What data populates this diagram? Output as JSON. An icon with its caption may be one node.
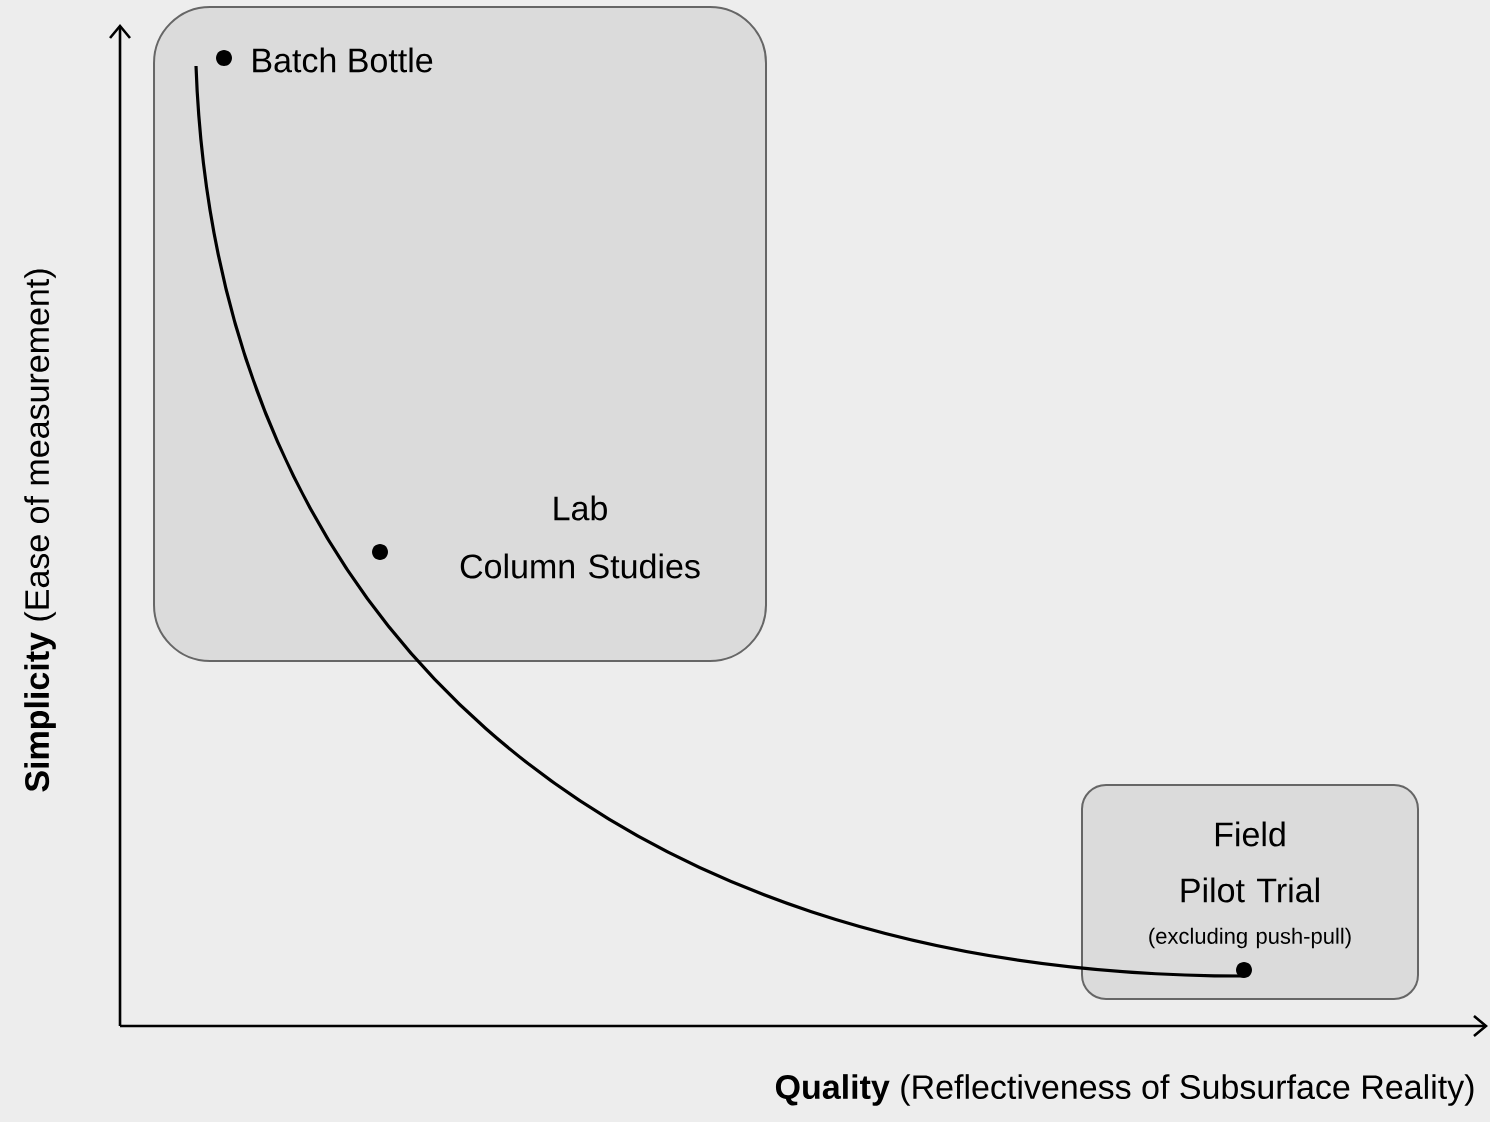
{
  "diagram": {
    "nodes": [
      {
        "text": [
          "Lab",
          "Column Studies"
        ]
      },
      {
        "text": [
          "Field",
          "Pilot Trial",
          "(excluding push-pull)"
        ]
      }
    ],
    "edges": [],
    "labels": [
      "Batch Bottle",
      "**Simplicity** (Ease of measurement)",
      "**Quality** (Reflectiveness of Subsurface Reality)"
    ]
  }
}
